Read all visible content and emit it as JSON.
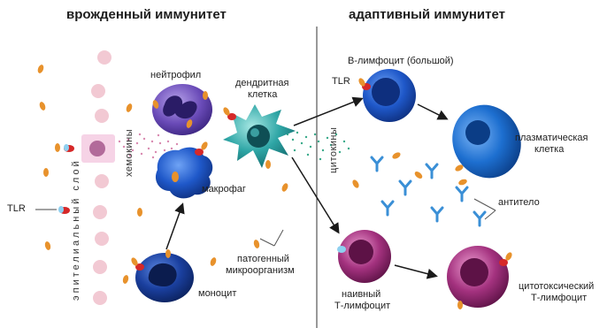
{
  "headings": {
    "innate": "врожденный иммунитет",
    "adaptive": "адаптивный иммунитет"
  },
  "labels": {
    "epithelial_layer": "эпителиальный слой",
    "tlr_left": "TLR",
    "tlr_bcell": "TLR",
    "chemokines": "хемокины",
    "cytokines": "цитокины",
    "neutrophil": "нейтрофил",
    "dendritic_cell": [
      "дендритная",
      "клетка"
    ],
    "macrophage": "макрофаг",
    "monocyte": "моноцит",
    "pathogen": [
      "патогенный",
      "микроорганизм"
    ],
    "b_lymphocyte": "В-лимфоцит (большой)",
    "plasma_cell": [
      "плазматическая",
      "клетка"
    ],
    "antibody": "антитело",
    "naive_t": [
      "наивный",
      "Т-лимфоцит"
    ],
    "cytotoxic_t": [
      "цитотоксический",
      "Т-лимфоцит"
    ]
  },
  "colors": {
    "epithelium": "#f2c9d3",
    "neutrophil": "#6a4bb8",
    "dendritic": "#2fa6a6",
    "macrophage": "#1f58c9",
    "monocyte": "#1a3f9e",
    "b_cell": "#1f58c9",
    "plasma": "#1d6fd0",
    "t_cell": "#a4327f",
    "pathogen": "#e8922c",
    "receptor": "#d62828",
    "antibody": "#3a8fd6"
  }
}
